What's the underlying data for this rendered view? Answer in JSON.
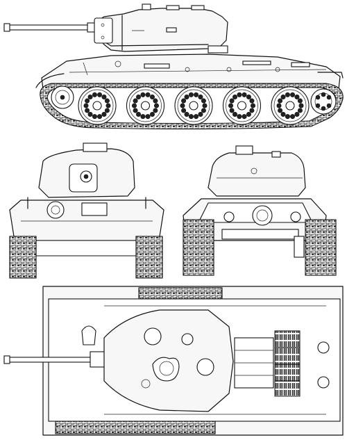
{
  "drawing": {
    "views": [
      {
        "id": "side-view"
      },
      {
        "id": "front-view"
      },
      {
        "id": "rear-view"
      },
      {
        "id": "top-view"
      }
    ],
    "colors": {
      "line": "#111111",
      "paper": "#ffffff",
      "fill": "#f7f7f7"
    },
    "road_wheel_count": 5
  }
}
